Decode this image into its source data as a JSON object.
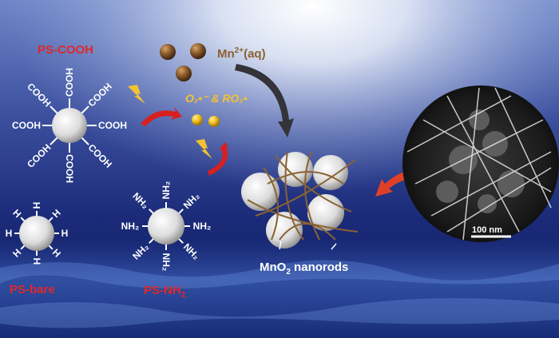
{
  "labels": {
    "ps_cooh": "PS-COOH",
    "ps_bare": "PS-bare",
    "ps_nh2_main": "PS-NH",
    "ps_nh2_sub": "2",
    "mn_ion_base": "Mn",
    "mn_ion_sup": "2+",
    "mn_ion_tail": "(aq)",
    "radicals": "O₂•⁻ & RO₂•",
    "mno2_base": "MnO",
    "mno2_sub": "2",
    "mno2_tail": " nanorods",
    "scale_bar": "100 nm"
  },
  "groups": {
    "cooh": "COOH",
    "h": "H",
    "nh2": "NH₂"
  },
  "colors": {
    "label_red": "#e0282a",
    "mn_brown": "#8a6232",
    "radical_yellow": "#f2c230",
    "arrow_red": "#d82020",
    "arrow_dark": "#333338"
  }
}
